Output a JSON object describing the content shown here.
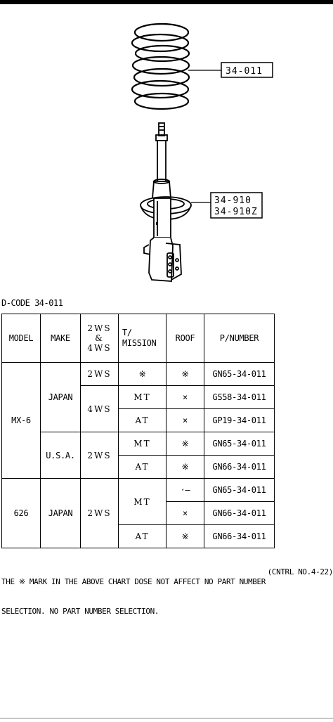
{
  "diagram": {
    "callouts": {
      "spring": "34-011",
      "strut": [
        "34-910",
        "34-910Z"
      ]
    }
  },
  "dcode_label": "D-CODE 34-011",
  "table": {
    "headers": {
      "model": "MODEL",
      "make": "MAKE",
      "ws_line1": "2WS",
      "ws_line2": "&",
      "ws_line3": "4WS",
      "tm_line1": "T/",
      "tm_line2": "MISSION",
      "roof": "ROOF",
      "pnumber": "P/NUMBER"
    },
    "models": [
      "MX-6",
      "626"
    ],
    "makes": [
      "JAPAN",
      "U.S.A.",
      "JAPAN"
    ],
    "ws": [
      "2WS",
      "4WS",
      "2WS",
      "2WS"
    ],
    "transmissions": [
      "※",
      "MT",
      "AT",
      "MT",
      "AT",
      "MT",
      "AT"
    ],
    "roof": [
      "※",
      "×",
      "×",
      "※",
      "※",
      "·—",
      "×",
      "※"
    ],
    "part_numbers": [
      "GN65-34-011",
      "GS58-34-011",
      "GP19-34-011",
      "GN65-34-011",
      "GN66-34-011",
      "GN65-34-011",
      "GN66-34-011",
      "GN66-34-011"
    ]
  },
  "footnote": {
    "line1": "THE ※ MARK IN THE ABOVE CHART DOSE NOT AFFECT NO PART NUMBER",
    "line2": "SELECTION. NO PART NUMBER SELECTION.",
    "control": "(CNTRL NO.4-22)"
  }
}
